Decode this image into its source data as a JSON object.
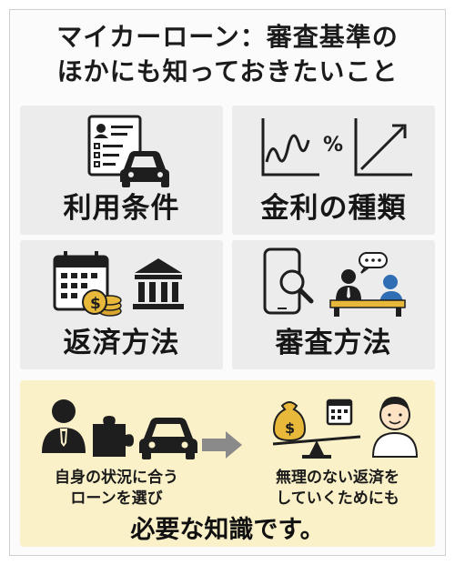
{
  "title": {
    "line1": "マイカーローン：審査基準の",
    "line2": "ほかにも知っておきたいこと"
  },
  "tiles": [
    {
      "label": "利用条件",
      "icon": "form-and-car-icon"
    },
    {
      "label": "金利の種類",
      "icon": "rate-chart-icon"
    },
    {
      "label": "返済方法",
      "icon": "calendar-coins-bank-icon"
    },
    {
      "label": "審査方法",
      "icon": "smartphone-search-consultation-icon"
    }
  ],
  "bottom": {
    "left_caption_line1": "自身の状況に合う",
    "left_caption_line2": "ローンを選び",
    "right_caption_line1": "無理のない返済を",
    "right_caption_line2": "していくためにも",
    "conclusion": "必要な知識です。"
  },
  "icon_texts": {
    "percent": "%",
    "dollar": "$"
  },
  "colors": {
    "tile_bg": "#ececec",
    "panel_bg": "#fbf1c9",
    "accent_gold": "#e8b83a",
    "accent_blue": "#2f6db5",
    "dark": "#1e1e1e"
  }
}
